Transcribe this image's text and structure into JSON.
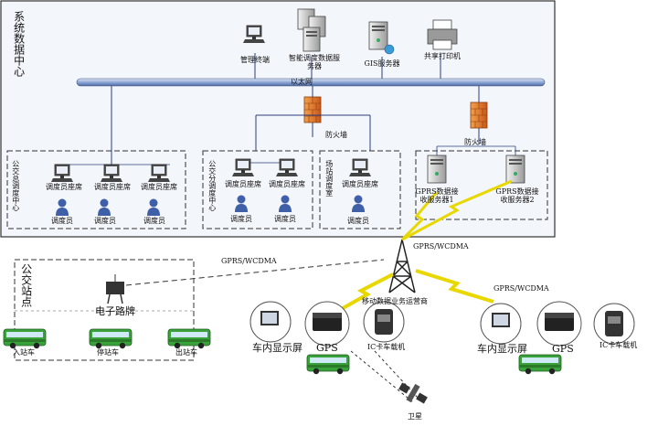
{
  "datacenter": {
    "title": "系统数据中心",
    "network": "以太网",
    "firewall_top": "防火墙",
    "firewall_right": "防火墙",
    "admin_terminal": "管理终端",
    "dispatch_server": "智能调度数据服务器",
    "gis_server": "GIS服务器",
    "printer": "共享打印机"
  },
  "general_center": {
    "title": "公交总调度中心",
    "seats": [
      "调度员座席",
      "调度员座席",
      "调度员座席"
    ],
    "operators": [
      "调度员",
      "调度员",
      "调度员"
    ]
  },
  "branch_center": {
    "title": "公交分调度中心",
    "seats": [
      "调度员座席",
      "调度员座席"
    ],
    "operators": [
      "调度员",
      "调度员"
    ]
  },
  "station_room": {
    "title": "场站调度室",
    "seat": "调度员座席",
    "operator": "调度员"
  },
  "gprs_servers": {
    "server1": "GPRS数据接收服务器1",
    "server2": "GPRS数据接收服务器2"
  },
  "bus_stop": {
    "title": "公交站点",
    "e_sign": "电子路牌",
    "bus_in": "入站车",
    "bus_stop": "停站车",
    "bus_out": "出站车"
  },
  "links": {
    "gprs_left": "GPRS/WCDMA",
    "gprs_center": "GPRS/WCDMA",
    "gprs_right": "GPRS/WCDMA",
    "operator": "移动数据业务运营商"
  },
  "vehicle_left": {
    "screen": "车内显示屏",
    "gps": "GPS",
    "card": "IC卡车载机"
  },
  "vehicle_right": {
    "screen": "车内显示屏",
    "gps": "GPS",
    "card": "IC卡车载机"
  },
  "satellite": "卫星",
  "colors": {
    "border": "#3a3a3a",
    "bus_green": "#3aa23a",
    "firewall": "#e07a2a",
    "lightning": "#f2ea1c",
    "backbone": "#a9bde0"
  }
}
